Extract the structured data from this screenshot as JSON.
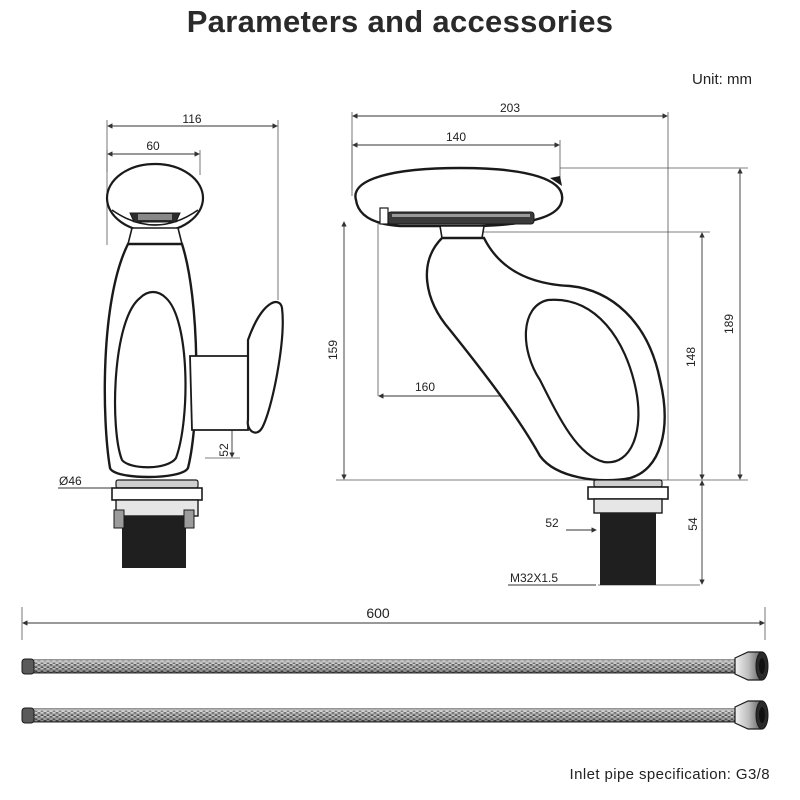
{
  "title": "Parameters and accessories",
  "unit_label": "Unit: mm",
  "inlet_spec": "Inlet pipe specification: G3/8",
  "front_view": {
    "dim_total_width": "116",
    "dim_spray_head": "60",
    "dim_handle_height": "52",
    "dim_base_diameter": "Ø46"
  },
  "side_view": {
    "dim_total_length": "203",
    "dim_head_length": "140",
    "dim_spout_reach": "160",
    "dim_body_height": "159",
    "dim_spout_height": "148",
    "dim_total_height": "189",
    "dim_base": "52",
    "dim_thread_length": "54",
    "dim_thread": "M32X1.5"
  },
  "hoses": {
    "dim_length": "600",
    "count": 2
  }
}
